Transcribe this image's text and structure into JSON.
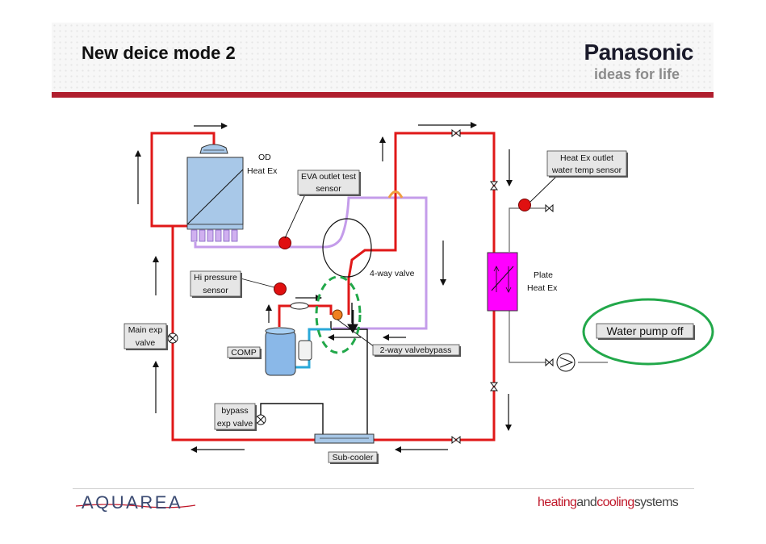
{
  "header": {
    "title": "New deice mode 2",
    "brand": "Panasonic",
    "tagline": "ideas for life"
  },
  "diagram": {
    "labels": {
      "od_heat_ex_line1": "OD",
      "od_heat_ex_line2": "Heat Ex",
      "eva_sensor_line1": "EVA outlet test",
      "eva_sensor_line2": "sensor",
      "heat_ex_outlet_line1": "Heat Ex outlet",
      "heat_ex_outlet_line2": "water temp sensor",
      "four_way_valve": "4-way valve",
      "plate_heat_ex_line1": "Plate",
      "plate_heat_ex_line2": "Heat Ex",
      "hi_pressure_line1": "Hi pressure",
      "hi_pressure_line2": "sensor",
      "main_exp_line1": "Main exp",
      "main_exp_line2": "valve",
      "comp": "COMP",
      "two_way_valve": "2-way valvebypass",
      "bypass_exp_line1": "bypass",
      "bypass_exp_line2": "exp valve",
      "sub_cooler": "Sub-cooler",
      "water_pump": "Water pump off"
    },
    "colors": {
      "refrigerant_hot": "#e01818",
      "refrigerant_suction": "#c49cea",
      "liquid_line": "#2aa8d8",
      "plate_heat_ex": "#ff00ff",
      "sensor": "#e01010",
      "highlight_ring": "#22a84a",
      "od_heat_ex": "#a8c8e8"
    }
  },
  "footer": {
    "aquarea": "AQUAREA",
    "hcs_part1": "heating",
    "hcs_part2": "and",
    "hcs_part3": "cooling",
    "hcs_part4": "systems"
  }
}
